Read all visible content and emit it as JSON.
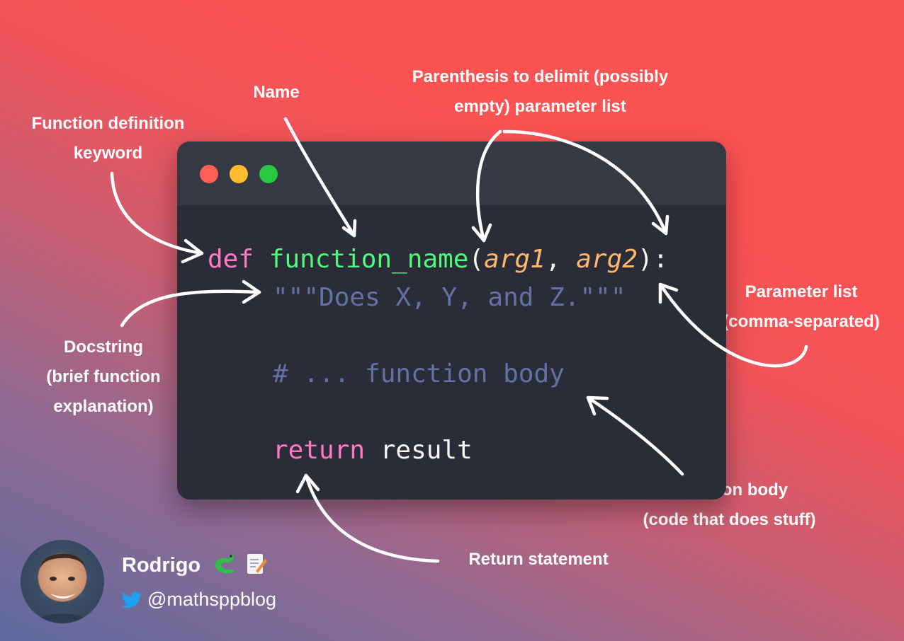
{
  "annotations": {
    "keyword": [
      "Function definition",
      "keyword"
    ],
    "name": [
      "Name"
    ],
    "parens": [
      "Parenthesis to delimit (possibly",
      "empty) parameter list"
    ],
    "param_list": [
      "Parameter list",
      "(comma-separated)"
    ],
    "docstring": [
      "Docstring",
      "(brief function",
      "explanation)"
    ],
    "body": [
      "Function body",
      "(code that does stuff)"
    ],
    "return": [
      "Return statement"
    ]
  },
  "code": {
    "def_kw": "def",
    "func_name": "function_name",
    "open_paren": "(",
    "arg1": "arg1",
    "comma": ", ",
    "arg2": "arg2",
    "close": "):",
    "docstring": "\"\"\"Does X, Y, and Z.\"\"\"",
    "comment": "# ... function body",
    "return_kw": "return",
    "return_val": " result"
  },
  "author": {
    "name": "Rodrigo",
    "handle": "@mathsppblog"
  },
  "colors": {
    "keyword": "#ff79c6",
    "function": "#50fa7b",
    "argument": "#ffb86c",
    "comment": "#6272a4",
    "close_dot": "#ff5f57",
    "min_dot": "#febc2e",
    "max_dot": "#28c840"
  }
}
